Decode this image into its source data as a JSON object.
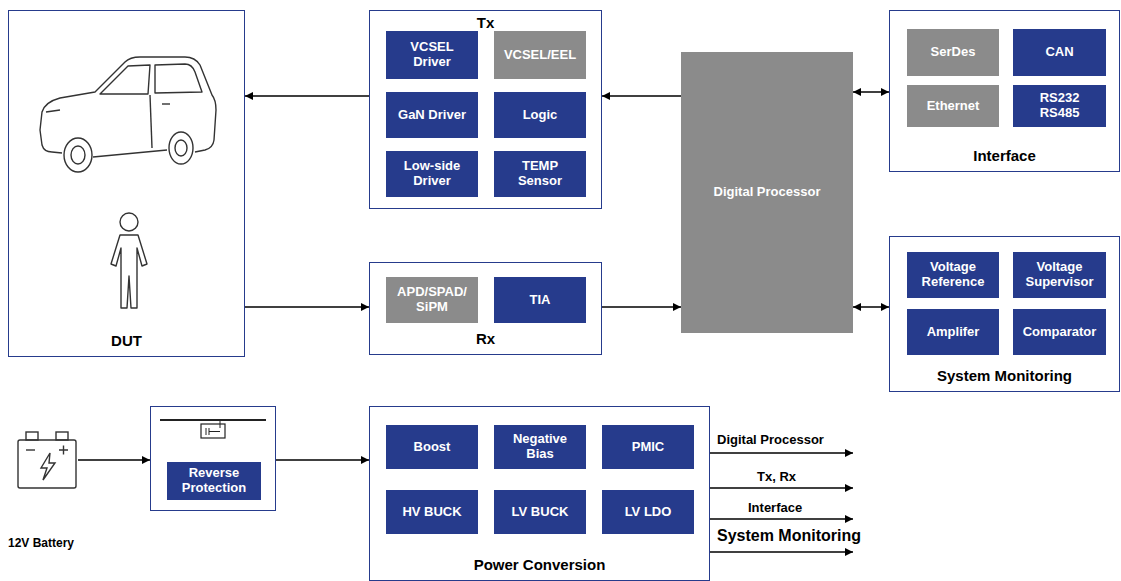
{
  "diagram": {
    "nodes": [
      {
        "text": [
          "DUT"
        ]
      },
      {
        "text": [
          "Tx"
        ]
      },
      {
        "text": [
          "VCSEL Driver"
        ],
        "in": 1
      },
      {
        "text": [
          "VCSEL/EEL"
        ],
        "in": 1
      },
      {
        "text": [
          "GaN Driver"
        ],
        "in": 1
      },
      {
        "text": [
          "Logic"
        ],
        "in": 1
      },
      {
        "text": [
          "Low-side Driver"
        ],
        "in": 1
      },
      {
        "text": [
          "TEMP Sensor"
        ],
        "in": 1
      },
      {
        "text": [
          "Digital Processor"
        ]
      },
      {
        "text": [
          "Interface"
        ]
      },
      {
        "text": [
          "SerDes"
        ],
        "in": 9
      },
      {
        "text": [
          "CAN"
        ],
        "in": 9
      },
      {
        "text": [
          "Ethernet"
        ],
        "in": 9
      },
      {
        "text": [
          "RS232 RS485"
        ],
        "in": 9
      },
      {
        "text": [
          "Rx"
        ]
      },
      {
        "text": [
          "APD/SPAD/ SiPM"
        ],
        "in": 14
      },
      {
        "text": [
          "TIA"
        ],
        "in": 14
      },
      {
        "text": [
          "System Monitoring"
        ]
      },
      {
        "text": [
          "Voltage Reference"
        ],
        "in": 17
      },
      {
        "text": [
          "Voltage Supervisor"
        ],
        "in": 17
      },
      {
        "text": [
          "Amplifer"
        ],
        "in": 17
      },
      {
        "text": [
          "Comparator"
        ],
        "in": 17
      },
      {
        "text": []
      },
      {
        "text": [
          "Reverse Protection"
        ],
        "in": 22
      },
      {
        "text": [
          "Power Conversion"
        ]
      },
      {
        "text": [
          "Boost"
        ],
        "in": 24
      },
      {
        "text": [
          "Negative Bias"
        ],
        "in": 24
      },
      {
        "text": [
          "PMIC"
        ],
        "in": 24
      },
      {
        "text": [
          "HV BUCK"
        ],
        "in": 24
      },
      {
        "text": [
          "LV BUCK"
        ],
        "in": 24
      },
      {
        "text": [
          "LV LDO"
        ],
        "in": 24
      }
    ],
    "edges": [
      {
        "from": 1,
        "to": 0,
        "arrow": "to"
      },
      {
        "from": 0,
        "to": 14,
        "arrow": "to"
      },
      {
        "from": 8,
        "to": 1,
        "arrow": "to"
      },
      {
        "from": 14,
        "to": 8,
        "arrow": "to"
      },
      {
        "from": 8,
        "to": 9,
        "arrow": "both"
      },
      {
        "from": 8,
        "to": 17,
        "arrow": "both"
      },
      {
        "from": 22,
        "to": 24,
        "arrow": "to"
      }
    ],
    "labels": [
      "12V Battery",
      "Digital Processor",
      "Tx, Rx",
      "Interface",
      "System Monitoring"
    ]
  }
}
